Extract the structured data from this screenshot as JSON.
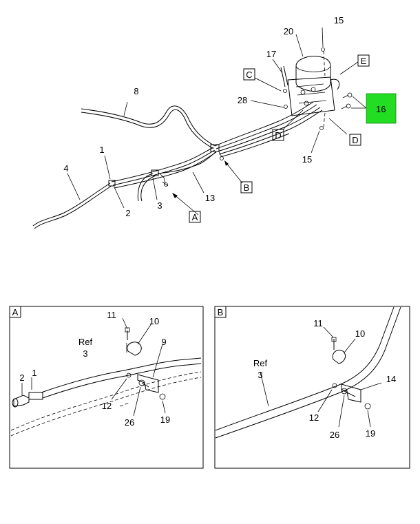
{
  "main_diagram": {
    "callouts": {
      "c1": "1",
      "c2": "2",
      "c3": "3",
      "c4": "4",
      "c8": "8",
      "c13": "13",
      "c15a": "15",
      "c15b": "15",
      "c17": "17",
      "c20": "20",
      "c28": "28"
    },
    "boxed": {
      "A": "A",
      "B": "B",
      "C": "C",
      "D1": "D",
      "D2": "D",
      "E": "E"
    },
    "highlight": {
      "label": "16",
      "color": "#22dd22"
    }
  },
  "detail_a": {
    "title": "A",
    "callouts": {
      "c1": "1",
      "c2": "2",
      "c9": "9",
      "c10": "10",
      "c11": "11",
      "c12": "12",
      "c19": "19",
      "c26": "26",
      "ref": "Ref",
      "ref3": "3"
    }
  },
  "detail_b": {
    "title": "B",
    "callouts": {
      "c10": "10",
      "c11": "11",
      "c12": "12",
      "c14": "14",
      "c19": "19",
      "c26": "26",
      "ref": "Ref",
      "ref3": "3"
    }
  }
}
